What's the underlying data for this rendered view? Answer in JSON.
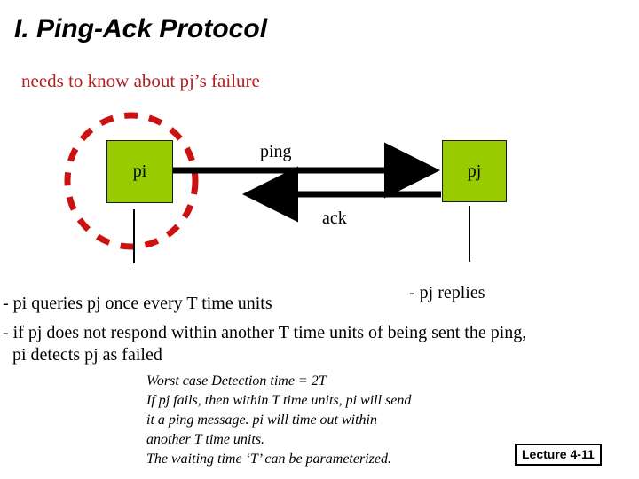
{
  "slide": {
    "title": "I. Ping-Ack Protocol",
    "subtitle": "needs to know about pj’s failure",
    "lecture_tag": "Lecture 4-11"
  },
  "colors": {
    "node_fill": "#99CC00",
    "node_border": "#1a1a1a",
    "subtitle_red": "#B02020",
    "circle_red": "#CC1111",
    "arrow_black": "#000000",
    "background": "#FFFFFF"
  },
  "diagram": {
    "nodes": [
      {
        "id": "pi",
        "label": "pi"
      },
      {
        "id": "pj",
        "label": "pj"
      }
    ],
    "messages": [
      {
        "id": "ping",
        "label": "ping",
        "direction": "pi-to-pj"
      },
      {
        "id": "ack",
        "label": "ack",
        "direction": "pj-to-pi"
      }
    ],
    "failure_marker": {
      "target": "pi",
      "shape": "dashed-circle",
      "color": "#CC1111"
    }
  },
  "bullets": {
    "line1": "- pi queries pj once every T time units",
    "line2": "- if pj does not respond within another T time units of being sent the ping,",
    "line3": "pi detects pj as failed",
    "side_note": "- pj replies"
  },
  "note": {
    "lines": [
      "Worst case Detection time = 2T",
      "If pj fails, then within T time units, pi will send",
      "it a ping message. pi will time out within",
      "another T time units.",
      "The waiting time ‘T’ can be parameterized."
    ]
  }
}
